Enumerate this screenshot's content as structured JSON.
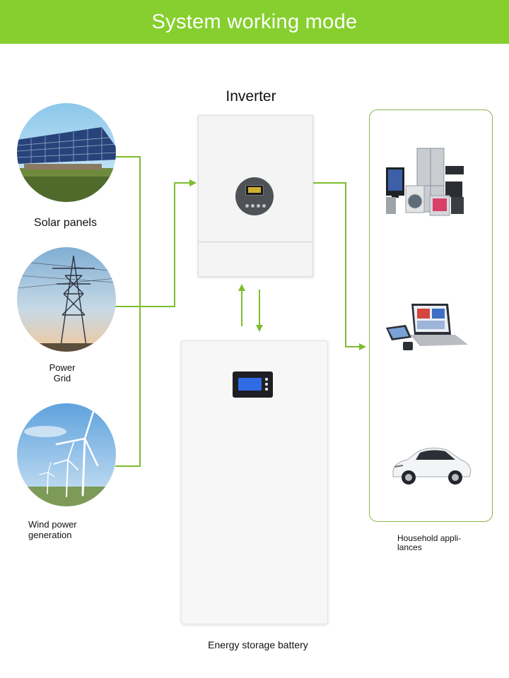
{
  "header": {
    "title": "System working mode"
  },
  "sources": [
    {
      "label": "Solar panels"
    },
    {
      "label": "Power\nGrid"
    },
    {
      "label": "Wind power\ngeneration"
    }
  ],
  "inverter": {
    "label": "Inverter"
  },
  "battery": {
    "label": "Energy storage battery"
  },
  "appliances": {
    "label": "Household appli-\nlances"
  },
  "colors": {
    "banner": "#86cf2e",
    "connector": "#7cbd2f",
    "box_border": "#8cb54a"
  }
}
